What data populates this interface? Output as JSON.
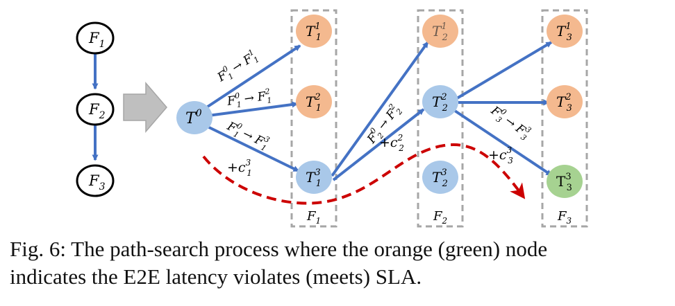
{
  "flow": [
    {
      "base": "F",
      "sub": "1"
    },
    {
      "base": "F",
      "sub": "2"
    },
    {
      "base": "F",
      "sub": "3"
    }
  ],
  "root": {
    "base": "T",
    "sup": "0"
  },
  "nodes": {
    "t1_1": {
      "base": "T",
      "sub": "1",
      "sup": "1"
    },
    "t1_2": {
      "base": "T",
      "sub": "1",
      "sup": "2"
    },
    "t1_3": {
      "base": "T",
      "sub": "1",
      "sup": "3"
    },
    "t2_1": {
      "base": "T",
      "sub": "2",
      "sup": "1"
    },
    "t2_2": {
      "base": "T",
      "sub": "2",
      "sup": "2"
    },
    "t2_3": {
      "base": "T",
      "sub": "2",
      "sup": "3"
    },
    "t3_1": {
      "base": "T",
      "sub": "3",
      "sup": "1"
    },
    "t3_2": {
      "base": "T",
      "sub": "3",
      "sup": "2"
    },
    "t3_3": {
      "base": "T",
      "sub": "3",
      "sup": "3"
    }
  },
  "edge_labels": {
    "e1": {
      "from": {
        "base": "F",
        "sub": "1",
        "sup": "0"
      },
      "arrow": "→",
      "to": {
        "base": "F",
        "sub": "1",
        "sup": "1"
      }
    },
    "e2": {
      "from": {
        "base": "F",
        "sub": "1",
        "sup": "0"
      },
      "arrow": "→",
      "to": {
        "base": "F",
        "sub": "1",
        "sup": "2"
      }
    },
    "e3": {
      "from": {
        "base": "F",
        "sub": "1",
        "sup": "0"
      },
      "arrow": "→",
      "to": {
        "base": "F",
        "sub": "1",
        "sup": "3"
      }
    },
    "e4": {
      "from": {
        "base": "F",
        "sub": "2",
        "sup": "0"
      },
      "arrow": "→",
      "to": {
        "base": "F",
        "sub": "2",
        "sup": "2"
      }
    },
    "e5": {
      "from": {
        "base": "F",
        "sub": "3",
        "sup": "0"
      },
      "arrow": "→",
      "to": {
        "base": "F",
        "sub": "3",
        "sup": "3"
      }
    }
  },
  "costs": {
    "c1": {
      "prefix": "+",
      "base": "c",
      "sub": "1",
      "sup": "3"
    },
    "c2": {
      "prefix": "+",
      "base": "c",
      "sub": "2",
      "sup": "2"
    },
    "c3": {
      "prefix": "+",
      "base": "c",
      "sub": "3",
      "sup": "3"
    }
  },
  "groups": [
    {
      "base": "F",
      "sub": "1"
    },
    {
      "base": "F",
      "sub": "2"
    },
    {
      "base": "F",
      "sub": "3"
    }
  ],
  "caption": {
    "line1": "Fig. 6: The path-search process where the orange (green) node",
    "line2": "indicates the E2E latency violates (meets) SLA."
  },
  "colors": {
    "blue_node": "#a9c8e9",
    "orange_node": "#f4b98f",
    "green_node": "#a6d291",
    "edge": "#4472c4",
    "path": "#cc0000",
    "box": "#a6a6a6",
    "big_arrow": "#bfbfbf"
  }
}
